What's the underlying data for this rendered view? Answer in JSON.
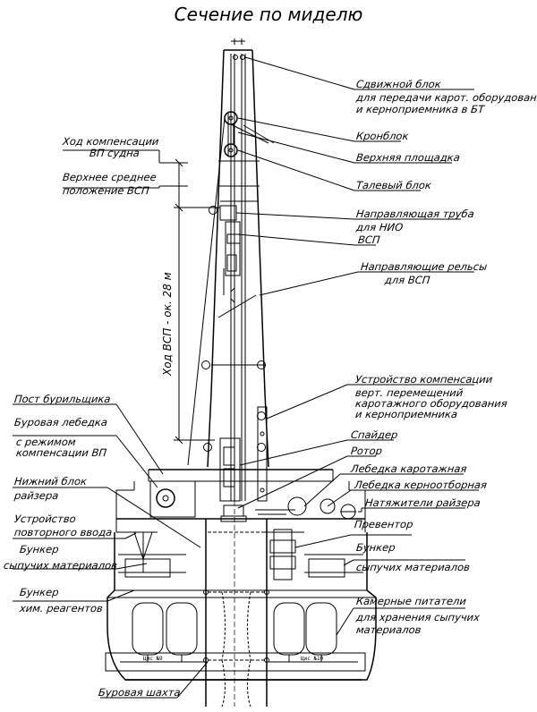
{
  "title": "Сечение по миделю",
  "labels": {
    "slide_block": "Сдвижной блок",
    "slide_block_desc_1": "для передачи карот. оборудования",
    "slide_block_desc_2": "и керноприемника в БТ",
    "crown_block": "Кронблок",
    "upper_platform": "Верхняя площадка",
    "traveling_block": "Талевый блок",
    "guide_pipe_1": "Направляющая труба",
    "guide_pipe_2": "для НИО",
    "vsp": "ВСП",
    "guide_rails_1": "Направляющие рельсы",
    "guide_rails_2": "для ВСП",
    "comp_device_1": "Устройство компенсации",
    "comp_device_2": "верт. перемещений",
    "comp_device_3": "каротажного оборудования",
    "comp_device_4": "и керноприемника",
    "spider": "Спайдер",
    "rotor": "Ротор",
    "logging_winch": "Лебедка каротажная",
    "core_winch": "Лебедка керноотборная",
    "riser_tensioners": "Натяжители райзера",
    "preventer": "Превентор",
    "bunker_right_1": "Бункер",
    "bunker_right_2": "сыпучих материалов",
    "chamber_feeders_1": "Камерные питатели",
    "chamber_feeders_2": "для хранения сыпучих",
    "chamber_feeders_3": "материалов",
    "comp_stroke_1": "Ход компенсации",
    "comp_stroke_2": "ВП судна",
    "upper_mid_1": "Верхнее среднее",
    "upper_mid_2": "положение ВСП",
    "vsp_stroke": "Ход ВСП - ок. 28 м",
    "driller_post": "Пост бурильщика",
    "draw_works_1": "Буровая лебедка",
    "draw_works_2": "с режимом",
    "draw_works_3": "компенсации ВП",
    "lower_riser_block_1": "Нижний блок",
    "lower_riser_block_2": "райзера",
    "reentry_device_1": "Устройство",
    "reentry_device_2": "повторного ввода",
    "bunker_left_1": "Бункер",
    "bunker_left_2": "сыпучих материалов",
    "chem_bunker_1": "Бункер",
    "chem_bunker_2": "хим. реагентов",
    "moonpool": "Буровая шахта",
    "tank_left_tag": "Цис №9",
    "tank_right_tag": "Цис №10"
  }
}
